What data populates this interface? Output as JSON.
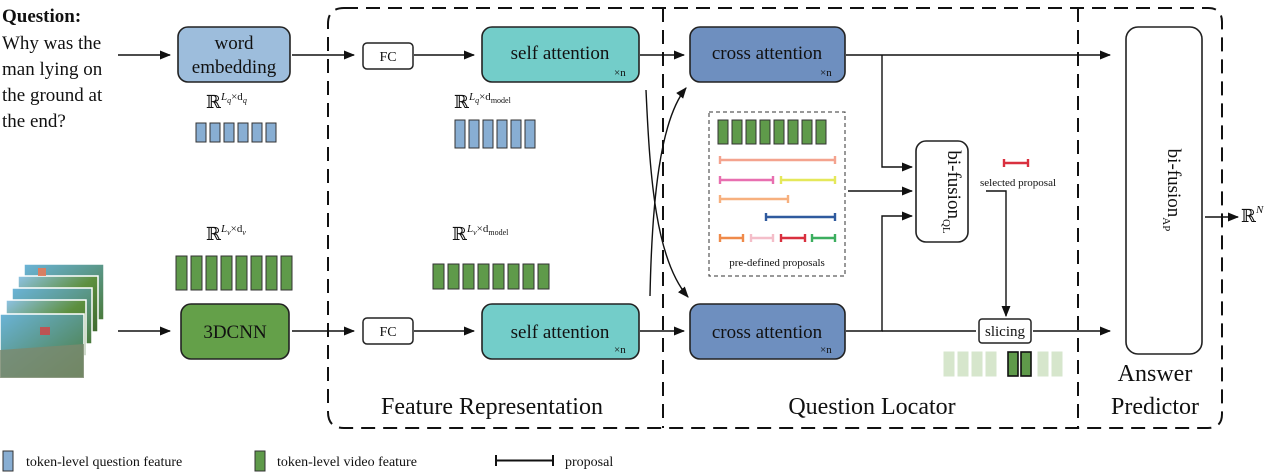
{
  "question": {
    "label": "Question:",
    "lines": [
      "Why was the",
      "man lying on",
      "the ground at",
      "the end?"
    ]
  },
  "blocks": {
    "word_embedding": [
      "word",
      "embedding"
    ],
    "cnn": "3DCNN",
    "fc_top": "FC",
    "fc_bottom": "FC",
    "self_attention_top": "self attention",
    "self_attention_bottom": "self attention",
    "cross_attention_top": "cross attention",
    "cross_attention_bottom": "cross attention",
    "repeat_mark": "×n",
    "bifusion_ql": "bi-fusion",
    "bifusion_ql_sub": "QL",
    "bifusion_ap": "bi-fusion",
    "bifusion_ap_sub": "AP",
    "slicing": "slicing"
  },
  "dims": {
    "question_raw": "ℝ",
    "question_raw_sup_base": "L",
    "question_raw_sup_sub1": "q",
    "question_raw_sup_mid": "×d",
    "question_raw_sup_sub2": "q",
    "question_model": "ℝ",
    "question_model_sup_base": "L",
    "question_model_sup_sub1": "q",
    "question_model_sup_mid": "×d",
    "question_model_sup_sub2": "model",
    "video_raw": "ℝ",
    "video_raw_sup_base": "L",
    "video_raw_sup_sub1": "v",
    "video_raw_sup_mid": "×d",
    "video_raw_sup_sub2": "v",
    "video_model": "ℝ",
    "video_model_sup_base": "L",
    "video_model_sup_sub1": "v",
    "video_model_sup_mid": "×d",
    "video_model_sup_sub2": "model",
    "output": "ℝ",
    "output_sup": "N"
  },
  "proposals": {
    "box_label": "pre-defined proposals",
    "selected_label": "selected proposal"
  },
  "sections": {
    "feature_representation": "Feature Representation",
    "question_locator": "Question Locator",
    "answer_predictor_line1": "Answer",
    "answer_predictor_line2": "Predictor"
  },
  "legend": {
    "question_feature": "token-level question feature",
    "video_feature": "token-level video feature",
    "proposal": "proposal"
  },
  "colors": {
    "question_token": "#88aed3",
    "video_token": "#5f9a4a",
    "video_token_faded": "#d6e6cc",
    "word_embedding_fill": "#9dbddc",
    "cnn_fill": "#64a049",
    "self_attention_fill": "#73cdc9",
    "cross_attention_fill": "#6e8fbf",
    "proposal_colors": [
      "#f4a38e",
      "#e86fb0",
      "#e5e85a",
      "#f7b07e",
      "#2f5a9e",
      "#ef8a4a",
      "#f4bec9",
      "#d9303f",
      "#3cae5f"
    ],
    "selected_proposal": "#d9303f"
  }
}
